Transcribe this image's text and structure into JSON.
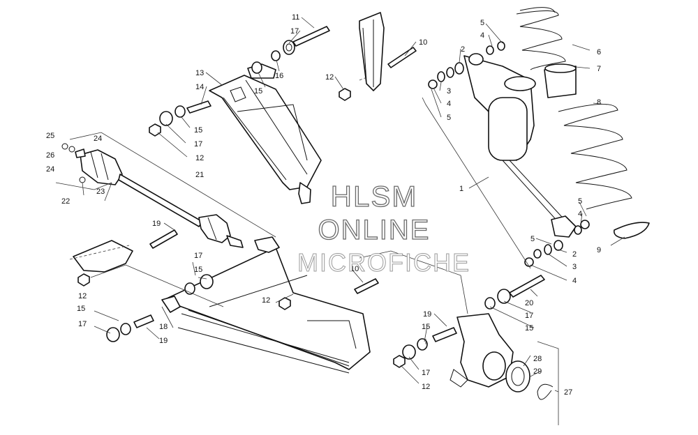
{
  "watermark": {
    "line1": "HLSM",
    "line2": "ONLINE",
    "line3": "MICROFICHE"
  },
  "callouts": {
    "n1": "1",
    "n2": "2",
    "n3": "3",
    "n4": "4",
    "n5": "5",
    "n6": "6",
    "n7": "7",
    "n8": "8",
    "n9": "9",
    "n10": "10",
    "n11": "11",
    "n12": "12",
    "n13": "13",
    "n14": "14",
    "n15": "15",
    "n16": "16",
    "n17": "17",
    "n18": "18",
    "n19": "19",
    "n20": "20",
    "n21": "21",
    "n22": "22",
    "n23": "23",
    "n24": "24",
    "n25": "25",
    "n26": "26",
    "n27": "27",
    "n28": "28",
    "n29": "29"
  },
  "colors": {
    "line": "#111111",
    "watermark_outline": "#6a6a6a",
    "background": "#ffffff"
  }
}
